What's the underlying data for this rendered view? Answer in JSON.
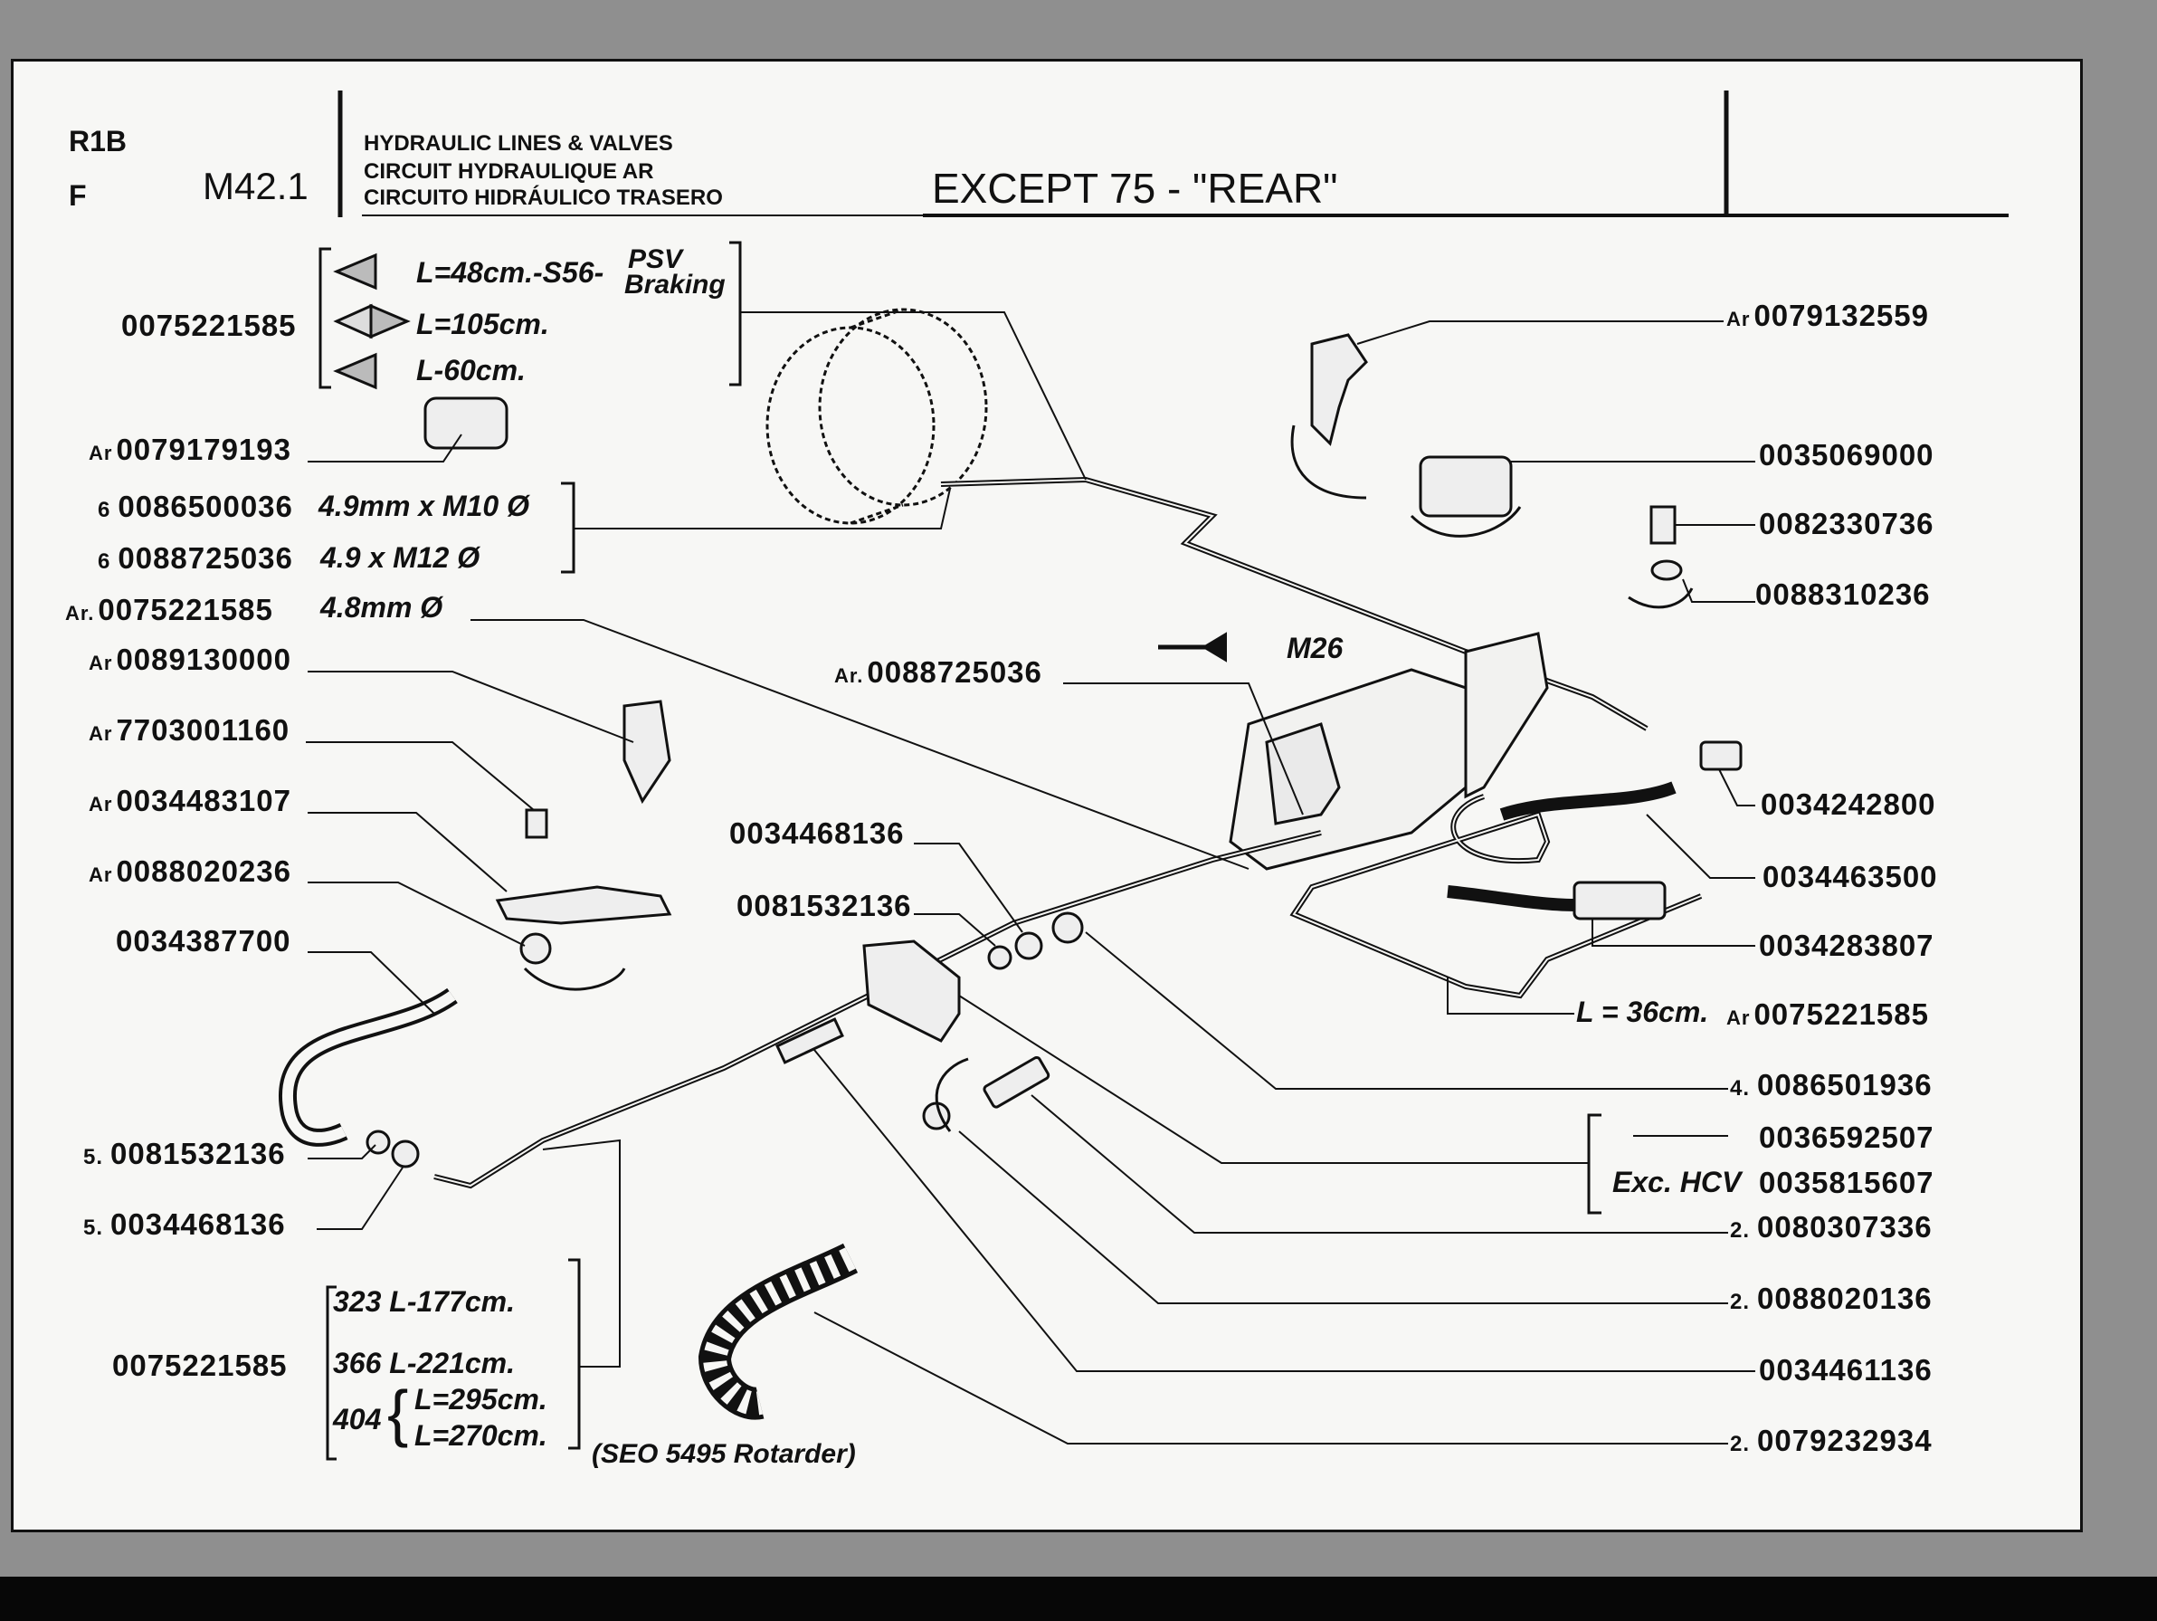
{
  "header": {
    "code_top": "R1B",
    "code_bottom": "F",
    "plate": "M42.1",
    "title_en": "HYDRAULIC LINES & VALVES",
    "title_fr": "CIRCUIT HYDRAULIQUE AR",
    "title_es": "CIRCUITO HIDRÁULICO TRASERO",
    "subtitle": "EXCEPT 75 - \"REAR\""
  },
  "left_labels": {
    "top_pipe_ref": "0075221585",
    "top_pipe_len1": "L=48cm.-S56-",
    "top_pipe_psv": "PSV",
    "top_pipe_braking": "Braking",
    "top_pipe_len2": "L=105cm.",
    "top_pipe_len3": "L-60cm.",
    "clip_ar": "Ar",
    "clip_ref": "0079179193",
    "union1_qty": "6",
    "union1_ref": "0086500036",
    "union1_spec": "4.9mm x M10 Ø",
    "union2_qty": "6",
    "union2_ref": "0088725036",
    "union2_spec": "4.9 x M12 Ø",
    "pipe_ar": "Ar.",
    "pipe_ref": "0075221585",
    "pipe_spec": "4.8mm Ø",
    "valve_ar": "Ar",
    "valve_ref": "0089130000",
    "screw_ar": "Ar",
    "screw_ref": "7703001160",
    "bracket_ar": "Ar",
    "bracket_ref": "0034483107",
    "nut_ar": "Ar",
    "nut_ref": "0088020236",
    "hose_ref": "0034387700",
    "washer_qty": "5.",
    "washer_ref": "0081532136",
    "seal_qty": "5.",
    "seal_ref": "0034468136",
    "long_pipe_ref": "0075221585",
    "long_pipe_323": "323 L-177cm.",
    "long_pipe_366": "366 L-221cm.",
    "long_pipe_404": "404",
    "long_pipe_404_a": "L=295cm.",
    "long_pipe_404_b": "L=270cm.",
    "long_pipe_note": "(SEO 5495 Rotarder)"
  },
  "center_labels": {
    "tee_ar": "Ar.",
    "tee_ref": "0088725036",
    "m26": "M26",
    "seal_ref": "0034468136",
    "washer_ref": "0081532136"
  },
  "right_labels": {
    "r1_ar": "Ar",
    "r1": "0079132559",
    "r2": "0035069000",
    "r3": "0082330736",
    "r4": "0088310236",
    "r5": "0034242800",
    "r6": "0034463500",
    "r7": "0034283807",
    "pipe_len": "L = 36cm.",
    "r8_ar": "Ar",
    "r8": "0075221585",
    "r9_qty": "4.",
    "r9": "0086501936",
    "r10": "0036592507",
    "r11_note": "Exc. HCV",
    "r11": "0035815607",
    "r12_qty": "2.",
    "r12": "0080307336",
    "r13_qty": "2.",
    "r13": "0088020136",
    "r14": "0034461136",
    "r15_qty": "2.",
    "r15": "0079232934"
  }
}
